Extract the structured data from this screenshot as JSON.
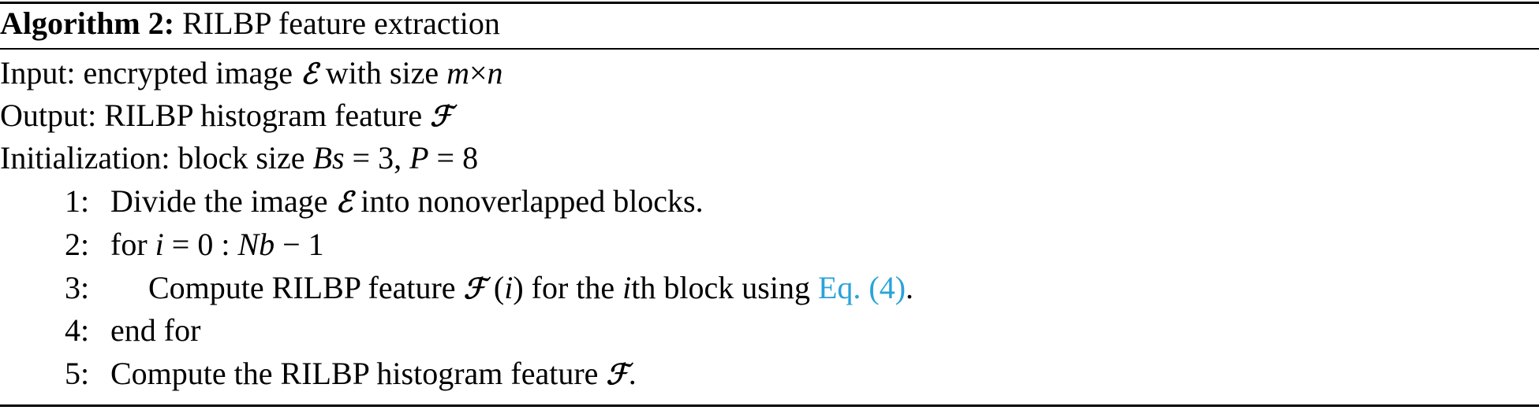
{
  "algorithm": {
    "label": "Algorithm 2:",
    "title": "RILBP feature extraction"
  },
  "input": {
    "prefix": "Input: encrypted image",
    "symbol": "ℰ",
    "mid": "with size",
    "m": "m",
    "times": "×",
    "n": "n"
  },
  "output": {
    "prefix": "Output: RILBP histogram feature",
    "symbol": "ℱ"
  },
  "init": {
    "prefix": "Initialization: block size",
    "bs_var": "Bs",
    "bs_eq": " = 3, ",
    "p_var": "P",
    "p_eq": " = 8"
  },
  "steps": [
    {
      "num": "1:",
      "pre": "Divide the image",
      "symbol": "ℰ",
      "post": "into nonoverlapped blocks."
    },
    {
      "num": "2:",
      "pre": "for",
      "i_var": "i",
      "mid": " = 0 : ",
      "nb_var": "Nb",
      "post": " − 1"
    },
    {
      "num": "3:",
      "pre": "Compute RILBP feature",
      "symbol": "ℱ",
      "paren_open": " (",
      "i_var": "i",
      "paren_close": ")",
      "for_the": " for the ",
      "ith": "i",
      "th_block": "th block using ",
      "link": "Eq. (4)",
      "end": "."
    },
    {
      "num": "4:",
      "text": "end for"
    },
    {
      "num": "5:",
      "pre": "Compute the RILBP histogram feature",
      "symbol": "ℱ",
      "end": "."
    }
  ],
  "colors": {
    "link": "#2aa3d9",
    "text": "#000000",
    "rule": "#000000"
  }
}
